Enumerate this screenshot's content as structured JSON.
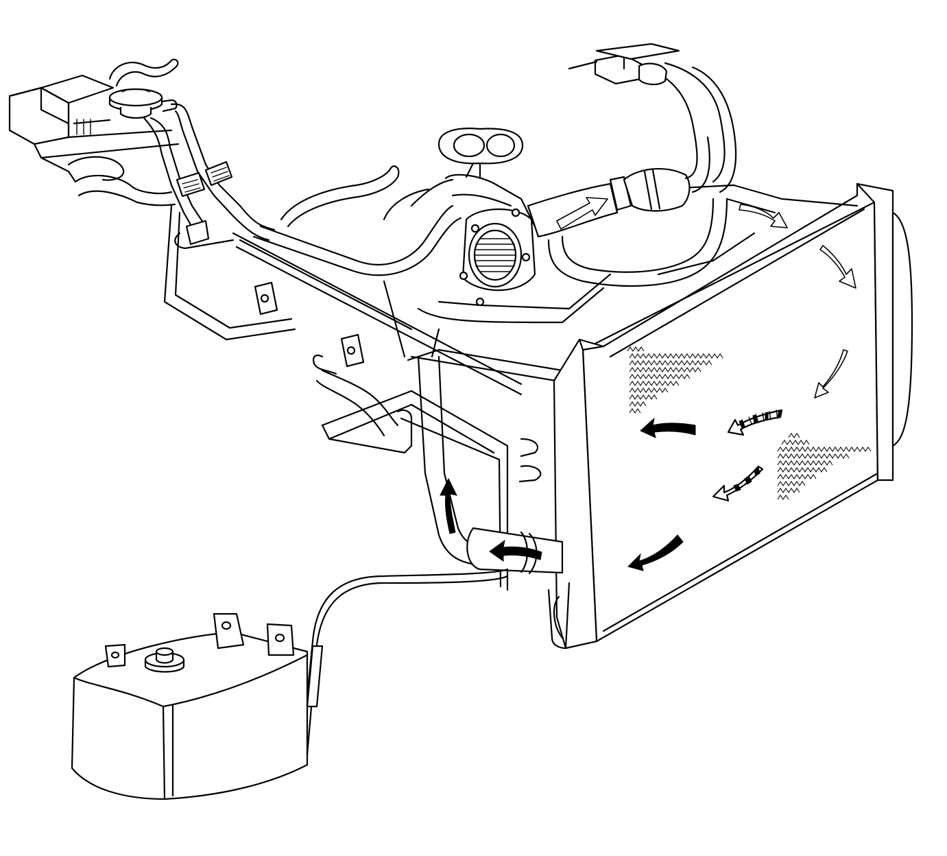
{
  "diagram": {
    "kind": "cooling-system-flow-illustration",
    "components": [
      {
        "id": "heater-core",
        "icon": "heater-core-icon"
      },
      {
        "id": "radiator-cap",
        "icon": "radiator-cap-icon"
      },
      {
        "id": "thermostat-housing",
        "icon": "thermostat-housing-icon"
      },
      {
        "id": "water-pump",
        "icon": "water-pump-icon"
      },
      {
        "id": "engine-block",
        "icon": "engine-block-icon"
      },
      {
        "id": "radiator",
        "icon": "radiator-icon"
      },
      {
        "id": "coolant-recovery-reservoir",
        "icon": "reservoir-icon"
      }
    ],
    "flow_arrow_styles": [
      "solid-black-hot",
      "hatched-cooling",
      "outline-cold"
    ],
    "colors": {
      "line": "#000000",
      "background": "#ffffff",
      "hot_arrow": "#000000"
    }
  }
}
